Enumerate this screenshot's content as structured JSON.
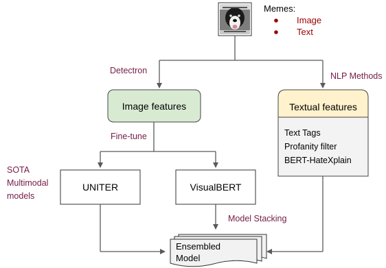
{
  "meme": {
    "title": "Memes:",
    "bullets": [
      "Image",
      "Text"
    ]
  },
  "edge_labels": {
    "detectron": "Detectron",
    "nlp": "NLP Methods",
    "finetune": "Fine-tune",
    "stacking": "Model Stacking"
  },
  "side_label": {
    "lines": [
      "SOTA",
      "Multimodal",
      "models"
    ]
  },
  "nodes": {
    "image_features": "Image features",
    "textual_features": "Textual features",
    "uniter": "UNITER",
    "visualbert": "VisualBERT",
    "ensembled": [
      "Ensembled",
      "Model"
    ]
  },
  "textual_items": [
    "Text Tags",
    "Profanity filter",
    "BERT-HateXplain"
  ],
  "colors": {
    "label": "#741b47",
    "bullet": "#990000",
    "image_fill": "#d9ead3",
    "text_header_fill": "#fff2cc",
    "text_body_fill": "#f3f3f3",
    "line": "#595959"
  },
  "icons": {
    "meme_thumbnail": "dog-photo-thumbnail"
  }
}
